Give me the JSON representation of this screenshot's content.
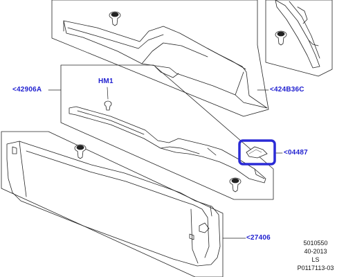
{
  "callouts": {
    "part_42906A": "<42906A",
    "part_424B36C": "<424B36C",
    "part_HM1": "HM1",
    "part_04487": "<04487",
    "part_27406": "<27406"
  },
  "drawing_codes": [
    "5010550",
    "40-2013",
    "LS",
    "P0117113-03"
  ],
  "colors": {
    "callout_text": "#1f1fd0",
    "highlight_box": "#2b2bd6",
    "line": "#222222"
  },
  "icon_names": [
    "push-pin-fastener-icon",
    "clip-icon",
    "cap-icon"
  ]
}
